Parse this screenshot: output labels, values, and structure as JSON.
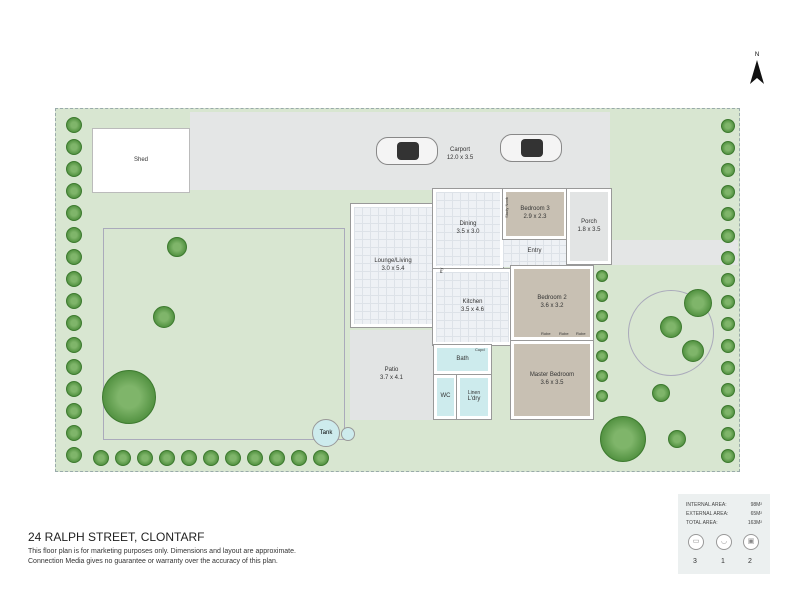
{
  "title": "24 RALPH STREET, CLONTARF",
  "disclaimer": [
    "This floor plan is for marketing purposes only. Dimensions and layout are approximate.",
    "Connection Media gives no guarantee or warranty over the accuracy of this plan."
  ],
  "compass": "N",
  "rooms": {
    "shed": {
      "name": "Shed"
    },
    "carport": {
      "name": "Carport",
      "dim": "12.0 x 3.5"
    },
    "lounge": {
      "name": "Lounge/Living",
      "dim": "3.0 x 5.4"
    },
    "dining": {
      "name": "Dining",
      "dim": "3.5 x 3.0"
    },
    "bedroom3": {
      "name": "Bedroom 3",
      "dim": "2.9 x 2.3"
    },
    "porch": {
      "name": "Porch",
      "dim": "1.8 x 3.5"
    },
    "entry": {
      "name": "Entry"
    },
    "kitchen": {
      "name": "Kitchen",
      "dim": "3.5 x 4.6"
    },
    "bedroom2": {
      "name": "Bedroom 2",
      "dim": "3.6 x 3.2"
    },
    "master": {
      "name": "Master Bedroom",
      "dim": "3.6 x 3.5"
    },
    "patio": {
      "name": "Patio",
      "dim": "3.7 x 4.1"
    },
    "bath": {
      "name": "Bath"
    },
    "wc": {
      "name": "WC"
    },
    "laundry": {
      "name": "L'dry"
    },
    "linen": {
      "name": "Linen"
    },
    "tank": {
      "name": "Tank"
    },
    "robe": "Robe",
    "study_nook": "Study Nook",
    "pantry": "Pty",
    "cupboard": "Cupd"
  },
  "areas": [
    {
      "label": "INTERNAL AREA:",
      "value": "98M²"
    },
    {
      "label": "EXTERNAL AREA:",
      "value": "65M²"
    },
    {
      "label": "TOTAL AREA:",
      "value": "163M²"
    }
  ],
  "features": [
    {
      "icon": "sofa-icon",
      "count": "3"
    },
    {
      "icon": "bath-icon",
      "count": "1"
    },
    {
      "icon": "car-icon",
      "count": "2"
    }
  ]
}
